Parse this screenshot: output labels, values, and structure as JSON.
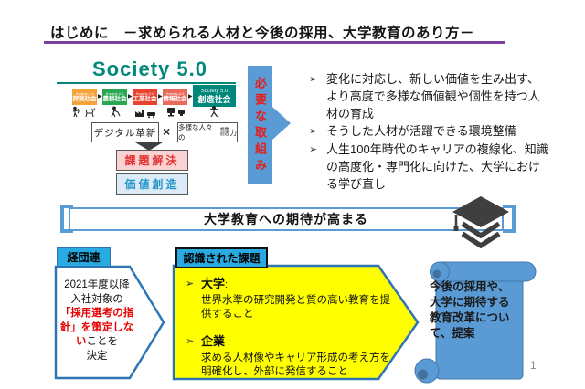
{
  "page": {
    "title": "はじめに　－求められる人材と今後の採用、大学教育のあり方－",
    "page_number": "1",
    "accent_colors": {
      "title_underline": "#7B3FA0",
      "society_teal": "#00897B",
      "arrow_blue": "#5B9BD5",
      "tab_cyan": "#29ABE2",
      "pentagon_border": "#2E75B6",
      "issue_yellow": "#FFFF00",
      "red_text": "#E60000"
    }
  },
  "glyphs": {
    "bullet": "➢",
    "era_arrow": "▶",
    "times": "×"
  },
  "society": {
    "title": "Society 5.0",
    "eras": [
      {
        "eng": "Society 1.0",
        "jp": "狩猟社会",
        "color": "#F2A33A",
        "icon": "hunter-deer-icon"
      },
      {
        "eng": "Society 2.0",
        "jp": "農耕社会",
        "color": "#29A652",
        "icon": "farmer-icon"
      },
      {
        "eng": "Society 3.0",
        "jp": "工業社会",
        "color": "#E8432F",
        "icon": "factory-train-icon"
      },
      {
        "eng": "Society 4.0",
        "jp": "情報社会",
        "color": "#EA6A5A",
        "icon": "computer-icon"
      },
      {
        "eng": "Society 5.0",
        "jp": "創造社会",
        "color": "#00877C",
        "icon": "dancing-person-icon"
      }
    ],
    "formula": {
      "left": "デジタル革新",
      "right_prefix": "多様な人々の",
      "right_stack_top": "想像",
      "right_stack_bottom": "創造",
      "right_suffix": "力"
    },
    "result1": "課題解決",
    "result2": "価値創造"
  },
  "initiatives_arrow": {
    "label": "必要な取組み"
  },
  "bullets": {
    "items": [
      "変化に対応し、新しい価値を生み出す、より高度で多様な価値観や個性を持つ人材の育成",
      "そうした人材が活躍できる環境整備",
      "人生100年時代のキャリアの複線化、知識の高度化・専門化に向けた、大学における学び直し"
    ]
  },
  "banner": {
    "text": "大学教育への期待が高まる"
  },
  "keidanren": {
    "tab": "経団連",
    "line1": "2021年度以降",
    "line2": "入社対象の",
    "red_text": "「採用選考の指針」を策定しない",
    "black_text": "ことを",
    "line_last": "決定"
  },
  "issues": {
    "tab": "認識された課題",
    "items": [
      {
        "heading": "大学",
        "colon": ":",
        "body": "世界水準の研究開発と質の高い教育を提供すること"
      },
      {
        "heading": "企業",
        "colon": " :",
        "body": "求める人材像やキャリア形成の考え方を明確化し、外部に発信すること"
      }
    ]
  },
  "proposal": {
    "text": "今後の採用や、大学に期待する教育改革について、提案"
  }
}
